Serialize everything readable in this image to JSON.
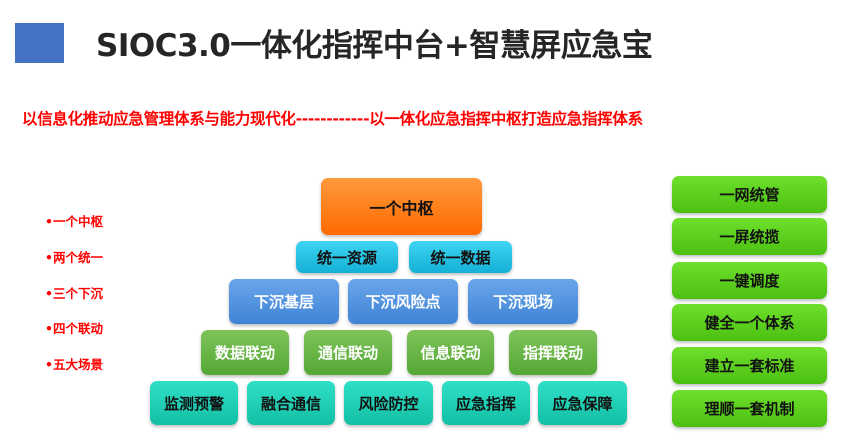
{
  "header": {
    "title": "SIOC3.0一体化指挥中台+智慧屏应急宝",
    "accent_color": "#4472c4"
  },
  "subtitle": "以信息化推动应急管理体系与能力现代化------------以一体化应急指挥中枢打造应急指挥体系",
  "bullets": [
    "•一个中枢",
    "•两个统一",
    "•三个下沉",
    "•四个联动",
    "•五大场景"
  ],
  "pyramid": {
    "top": "一个中枢",
    "row2": [
      "统一资源",
      "统一数据"
    ],
    "row3": [
      "下沉基层",
      "下沉风险点",
      "下沉现场"
    ],
    "row4": [
      "数据联动",
      "通信联动",
      "信息联动",
      "指挥联动"
    ],
    "row5": [
      "监测预警",
      "融合通信",
      "风险防控",
      "应急指挥",
      "应急保障"
    ]
  },
  "right_list": [
    "一网统管",
    "一屏统揽",
    "一键调度",
    "健全一个体系",
    "建立一套标准",
    "理顺一套机制"
  ]
}
